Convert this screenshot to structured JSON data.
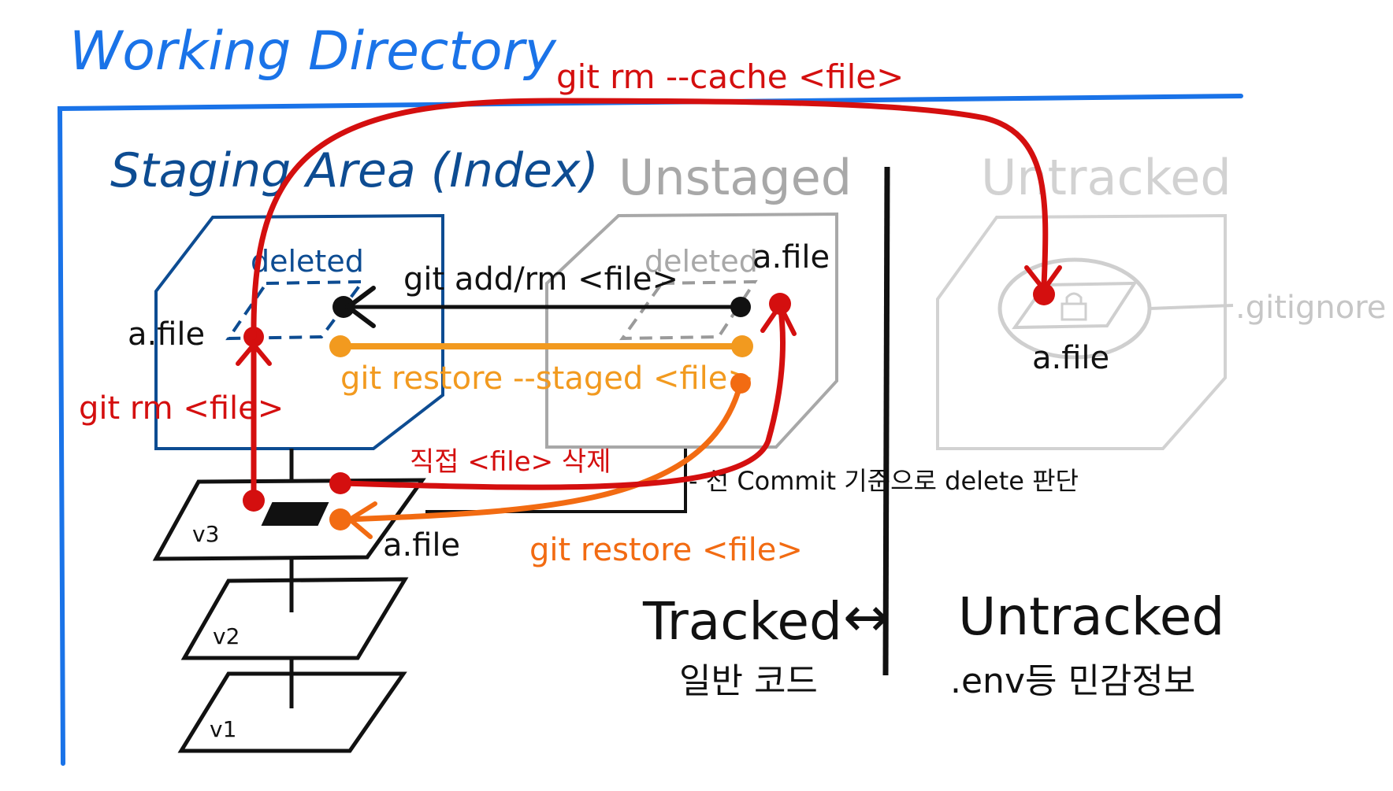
{
  "title": "Working Directory",
  "sections": {
    "staging": "Staging Area (Index)",
    "unstaged": "Unstaged",
    "untracked_top": "Untracked"
  },
  "labels": {
    "deleted_staging": "deleted",
    "deleted_unstaged": "deleted",
    "a_file_staging": "a.file",
    "a_file_unstaged": "a.file",
    "a_file_untracked": "a.file",
    "a_file_commit": "a.file",
    "gitignore": ".gitignore",
    "v3": "v3",
    "v2": "v2",
    "v1": "v1",
    "delete_note": "직접 <file> 삭제",
    "commit_note": "- 선 Commit 기준으로 delete 판단"
  },
  "commands": {
    "git_rm_cache": "git rm --cache <file>",
    "git_add_rm": "git add/rm <file>",
    "git_restore_staged": "git restore --staged <file>",
    "git_rm": "git rm <file>",
    "git_restore": "git restore <file>"
  },
  "legend": {
    "tracked": "Tracked",
    "tracked_sub": "일반 코드",
    "arrow": "↔",
    "untracked": "Untracked",
    "untracked_sub": ".env등 민감정보"
  },
  "colors": {
    "blue_title": "#1a73e8",
    "navy": "#0d4c92",
    "gray": "#a8a8a8",
    "light_gray": "#cfcfcf",
    "red": "#d40f0f",
    "orange": "#f29a1f",
    "dark_orange": "#f26b12",
    "black": "#111111"
  }
}
